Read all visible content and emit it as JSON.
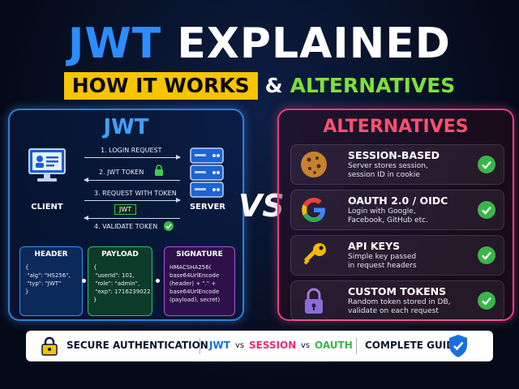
{
  "title": {
    "jwt": "JWT",
    "explained": "EXPLAINED"
  },
  "subtitle": {
    "how_it_works": "HOW IT WORKS",
    "amp": "&",
    "alternatives": "ALTERNATIVES"
  },
  "left_panel": {
    "title": "JWT",
    "client_label": "CLIENT",
    "server_label": "SERVER",
    "steps": [
      "1. LOGIN REQUEST",
      "2. JWT TOKEN",
      "3. REQUEST WITH TOKEN",
      "4. VALIDATE TOKEN"
    ],
    "jwt_badge": "JWT",
    "header": {
      "title": "HEADER",
      "body": "{\n \"alg\": \"HS256\",\n \"typ\": \"JWT\"\n}"
    },
    "payload": {
      "title": "PAYLOAD",
      "body": "{\n \"userId\": 101,\n \"role\": \"admin\",\n \"exp\": 1716239022\n}"
    },
    "signature": {
      "title": "SIGNATURE",
      "body": "HMACSHA256(\nbase64UrlEncode\n(header) + \".\" +\nbase64UrlEncode\n(payload), secret)"
    }
  },
  "vs": "VS",
  "right_panel": {
    "title": "ALTERNATIVES",
    "items": [
      {
        "name": "SESSION-BASED",
        "desc": "Server stores session,\nsession ID in cookie"
      },
      {
        "name": "OAUTH 2.0 / OIDC",
        "desc": "Login with Google,\nFacebook, GitHub etc."
      },
      {
        "name": "API KEYS",
        "desc": "Simple key passed\nin request headers"
      },
      {
        "name": "CUSTOM TOKENS",
        "desc": "Random token stored in DB,\nvalidate on each request"
      }
    ]
  },
  "footer": {
    "secure": "SECURE AUTHENTICATION",
    "jwt": "JWT",
    "vs1": "vs",
    "session": "SESSION",
    "vs2": "vs",
    "oauth": "OAUTH",
    "guide": "COMPLETE GUIDE"
  },
  "colors": {
    "jwt_blue": "#2d8cff",
    "alt_pink": "#ff4f6e",
    "green": "#7ee03a",
    "yellow": "#f6c400"
  }
}
